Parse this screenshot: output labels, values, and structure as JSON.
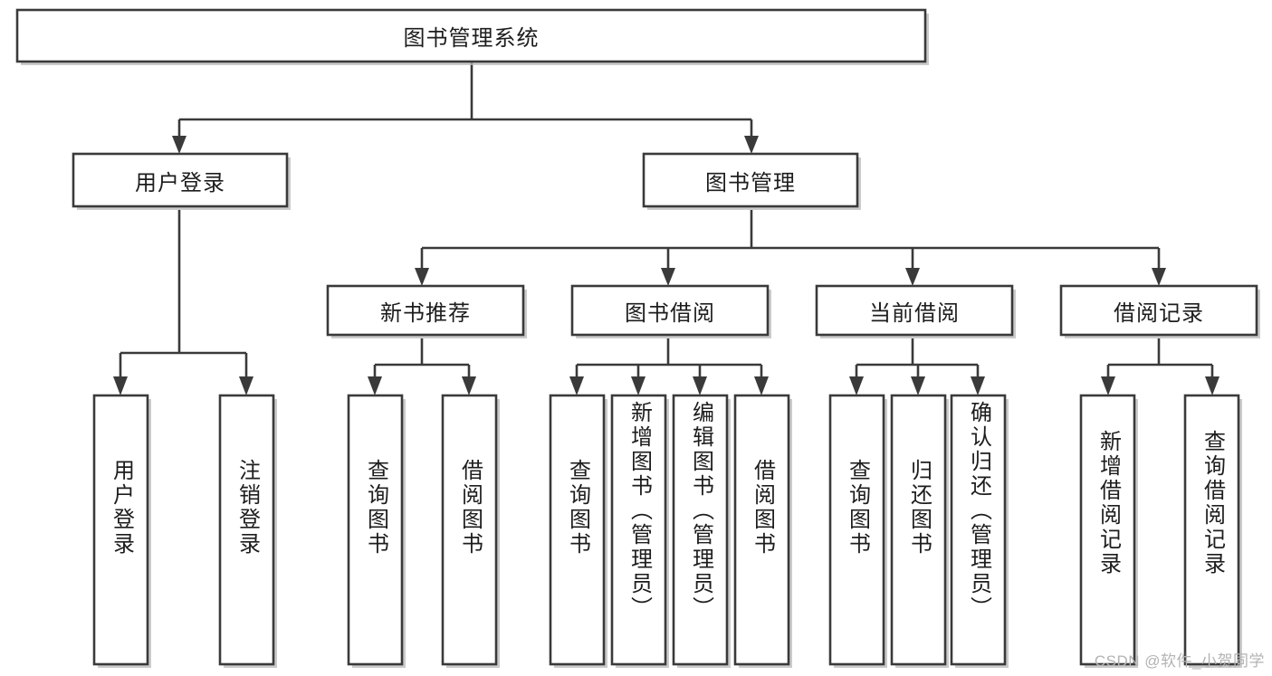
{
  "diagram": {
    "title": "图书管理系统",
    "type": "tree-hierarchy-diagram",
    "root": {
      "id": "root",
      "label": "图书管理系统",
      "orientation": "horizontal"
    },
    "level2": [
      {
        "id": "user-login",
        "label": "用户登录",
        "orientation": "horizontal"
      },
      {
        "id": "book-management",
        "label": "图书管理",
        "orientation": "horizontal"
      }
    ],
    "level3": [
      {
        "id": "new-book-recommend",
        "label": "新书推荐",
        "orientation": "horizontal",
        "parent": "book-management"
      },
      {
        "id": "book-borrow",
        "label": "图书借阅",
        "orientation": "horizontal",
        "parent": "book-management"
      },
      {
        "id": "current-borrow",
        "label": "当前借阅",
        "orientation": "horizontal",
        "parent": "book-management"
      },
      {
        "id": "borrow-record",
        "label": "借阅记录",
        "orientation": "horizontal",
        "parent": "book-management"
      }
    ],
    "leaves": [
      {
        "id": "leaf-user-login",
        "label": "用户登录",
        "orientation": "vertical",
        "parent": "user-login"
      },
      {
        "id": "leaf-logout-login",
        "label": "注销登录",
        "orientation": "vertical",
        "parent": "user-login"
      },
      {
        "id": "leaf-query-book-1",
        "label": "查询图书",
        "orientation": "vertical",
        "parent": "new-book-recommend"
      },
      {
        "id": "leaf-borrow-book-1",
        "label": "借阅图书",
        "orientation": "vertical",
        "parent": "new-book-recommend"
      },
      {
        "id": "leaf-query-book-2",
        "label": "查询图书",
        "orientation": "vertical",
        "parent": "book-borrow"
      },
      {
        "id": "leaf-add-book",
        "label": "新增图书（管理员）",
        "orientation": "vertical",
        "parent": "book-borrow"
      },
      {
        "id": "leaf-edit-book",
        "label": "编辑图书（管理员）",
        "orientation": "vertical",
        "parent": "book-borrow"
      },
      {
        "id": "leaf-borrow-book-2",
        "label": "借阅图书",
        "orientation": "vertical",
        "parent": "book-borrow"
      },
      {
        "id": "leaf-query-book-3",
        "label": "查询图书",
        "orientation": "vertical",
        "parent": "current-borrow"
      },
      {
        "id": "leaf-return-book",
        "label": "归还图书",
        "orientation": "vertical",
        "parent": "current-borrow"
      },
      {
        "id": "leaf-confirm-return",
        "label": "确认归还（管理员）",
        "orientation": "vertical",
        "parent": "current-borrow"
      },
      {
        "id": "leaf-add-record",
        "label": "新增借阅记录",
        "orientation": "vertical",
        "parent": "borrow-record"
      },
      {
        "id": "leaf-query-record",
        "label": "查询借阅记录",
        "orientation": "vertical",
        "parent": "borrow-record"
      }
    ],
    "watermark": "CSDN @软件_小贺同学",
    "colors": {
      "stroke": "#3a3a3a",
      "fill": "#ffffff",
      "text": "#1d1d1d",
      "shadow": "#b9b9b9",
      "watermark": "#b3b3b3"
    }
  }
}
